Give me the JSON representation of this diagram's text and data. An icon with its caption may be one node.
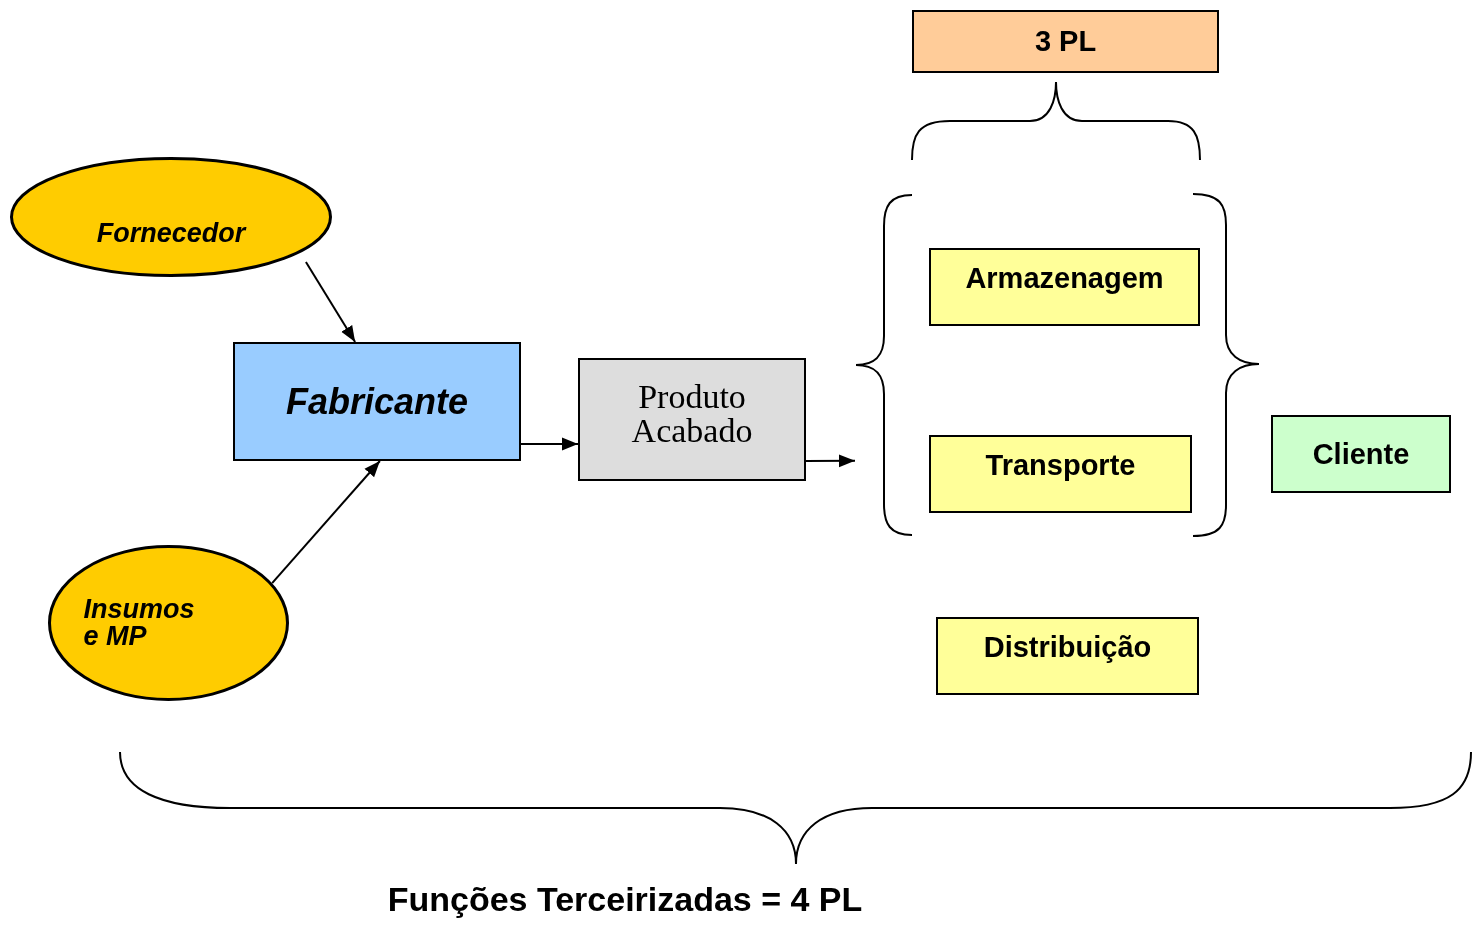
{
  "diagram": {
    "nodes": [
      {
        "text": [
          "Fornecedor"
        ]
      },
      {
        "text": [
          "Fabricante"
        ]
      },
      {
        "text": [
          "Produto Acabado"
        ]
      },
      {
        "text": [
          "3 PL"
        ]
      },
      {
        "text": [
          "Armazenagem"
        ]
      },
      {
        "text": [
          "Transporte"
        ]
      },
      {
        "text": [
          "Distribuição"
        ]
      },
      {
        "text": [
          "Cliente"
        ]
      },
      {
        "text": [
          "Insumos e MP"
        ]
      },
      {
        "text": [],
        "shape": "bracket"
      }
    ],
    "edges": [
      {
        "from": 0,
        "to": 1,
        "arrow": "to"
      },
      {
        "from": 8,
        "to": 1,
        "arrow": "to"
      },
      {
        "from": 1,
        "to": 2,
        "arrow": "to"
      },
      {
        "from": 2,
        "to": 9,
        "arrow": "to"
      }
    ],
    "labels": [
      "Funções Terceirizadas = 4 PL"
    ]
  }
}
